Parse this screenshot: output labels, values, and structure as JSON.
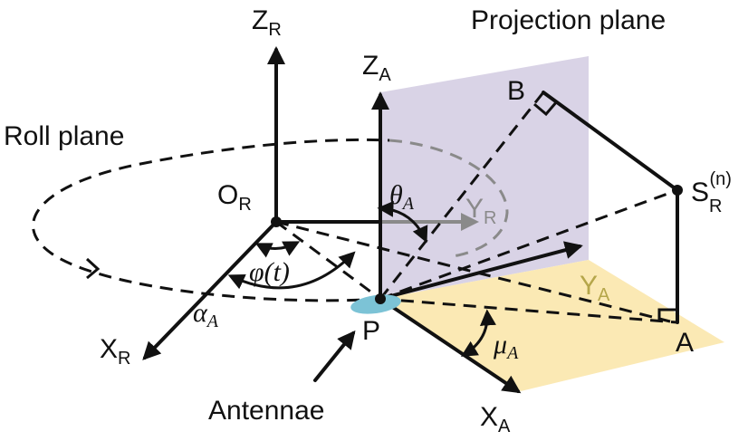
{
  "labels": {
    "projection_plane": "Projection plane",
    "roll_plane": "Roll plane",
    "antennae": "Antennae",
    "z_r": {
      "main": "Z",
      "sub": "R"
    },
    "z_a": {
      "main": "Z",
      "sub": "A"
    },
    "o_r": {
      "main": "O",
      "sub": "R"
    },
    "y_r": {
      "main": "Y",
      "sub": "R"
    },
    "y_a": {
      "main": "Y",
      "sub": "A"
    },
    "x_r": {
      "main": "X",
      "sub": "R"
    },
    "x_a": {
      "main": "X",
      "sub": "A"
    },
    "s_r": {
      "main": "S",
      "sub": "R",
      "sup": "(n)"
    },
    "point_b": "B",
    "point_a": "A",
    "point_p": "P",
    "theta_a": {
      "main": "θ",
      "sub": "A"
    },
    "phi_t": "φ(t)",
    "alpha_a": {
      "main": "α",
      "sub": "A"
    },
    "mu_a": {
      "main": "μ",
      "sub": "A"
    }
  },
  "colors": {
    "projection_plane_fill": "#d9d3e6",
    "ground_plane_fill": "#fbe9b4",
    "antenna_fill": "#7cc3d6",
    "gray_label": "#8a8a8a",
    "ya_label": "#b5a64a",
    "ink": "#111111"
  }
}
